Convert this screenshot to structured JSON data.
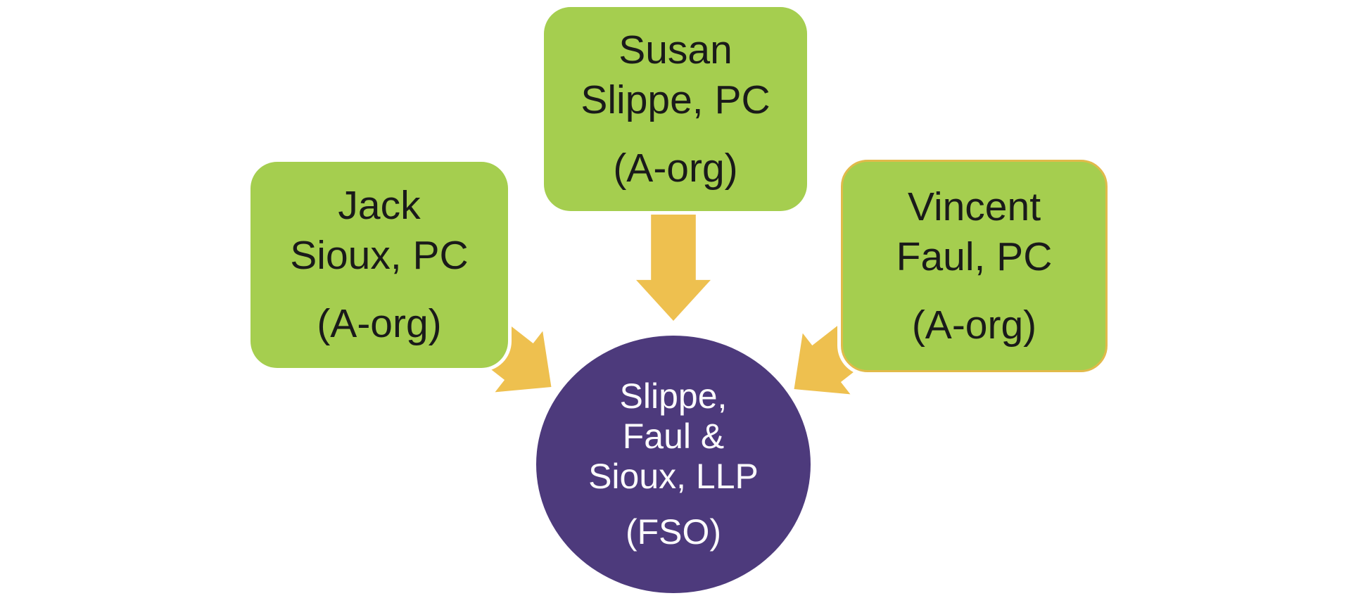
{
  "diagram": {
    "nodes": [
      {
        "line1": "Jack",
        "line2": "Sioux, PC",
        "tag": "(A-org)"
      },
      {
        "line1": "Susan",
        "line2": "Slippe, PC",
        "tag": "(A-org)"
      },
      {
        "line1": "Vincent",
        "line2": "Faul, PC",
        "tag": "(A-org)"
      }
    ],
    "center": {
      "line1": "Slippe,",
      "line2": "Faul &",
      "line3": "Sioux, LLP",
      "tag": "(FSO)"
    },
    "colors": {
      "box_fill": "#a5ce4f",
      "box_border_gold": "#e1ba4a",
      "arrow_gold": "#eec04f",
      "circle_fill": "#4d3a7c",
      "box_text": "#1a1a1a",
      "circle_text": "#fbfafc",
      "background": "#ffffff"
    }
  }
}
